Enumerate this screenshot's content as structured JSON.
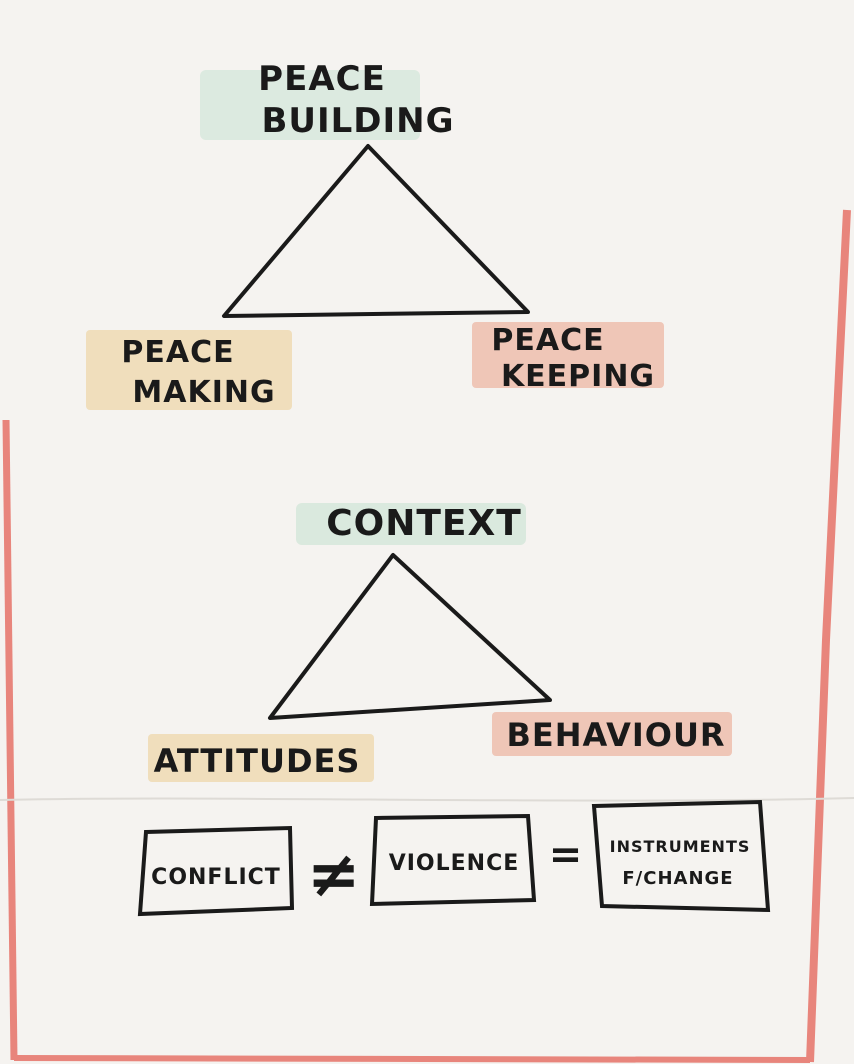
{
  "poster": {
    "top_triangle": {
      "apex_line1": "PEACE",
      "apex_line2": "BUILDING",
      "left_line1": "PEACE",
      "left_line2": "MAKING",
      "right_line1": "PEACE",
      "right_line2": "KEEPING"
    },
    "bottom_triangle": {
      "apex": "CONTEXT",
      "left": "ATTITUDES",
      "right": "BEHAVIOUR"
    },
    "equation": {
      "box1": "CONFLICT",
      "not_equal": "≠",
      "box2": "VIOLENCE",
      "equals": "=",
      "box3_line1": "INSTRUMENTS",
      "box3_line2": "F/CHANGE"
    }
  },
  "colors": {
    "paper": "#f4f2ef",
    "green_highlight": "#bfe0cc",
    "yellow_highlight": "#ecd09a",
    "orange_highlight": "#eaa089",
    "red_border": "#e8857c",
    "marker": "#1a1a1a"
  }
}
